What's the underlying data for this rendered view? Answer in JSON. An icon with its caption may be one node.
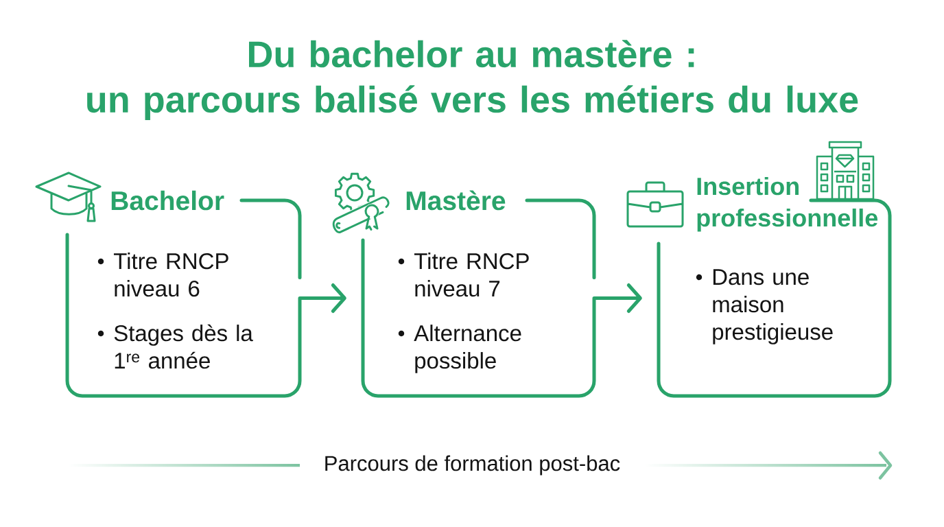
{
  "diagram": {
    "title": "Du bachelor au mastère : un parcours balisé vers les métiers du luxe",
    "nodes": [
      {
        "text": [
          "Bachelor",
          "Titre RNCP niveau 6",
          "Stages dès la 1$^{re}$ année"
        ]
      },
      {
        "text": [
          "Mastère",
          "Titre RNCP niveau 7",
          "Alternance possible"
        ]
      },
      {
        "text": [
          "Insertion professionnelle",
          "Dans une maison prestigieuse"
        ]
      }
    ],
    "edges": [
      {
        "from": 0,
        "to": 1,
        "arrow": "to"
      },
      {
        "from": 1,
        "to": 2,
        "arrow": "to"
      }
    ],
    "labels": [
      "Parcours de formation post-bac"
    ]
  }
}
